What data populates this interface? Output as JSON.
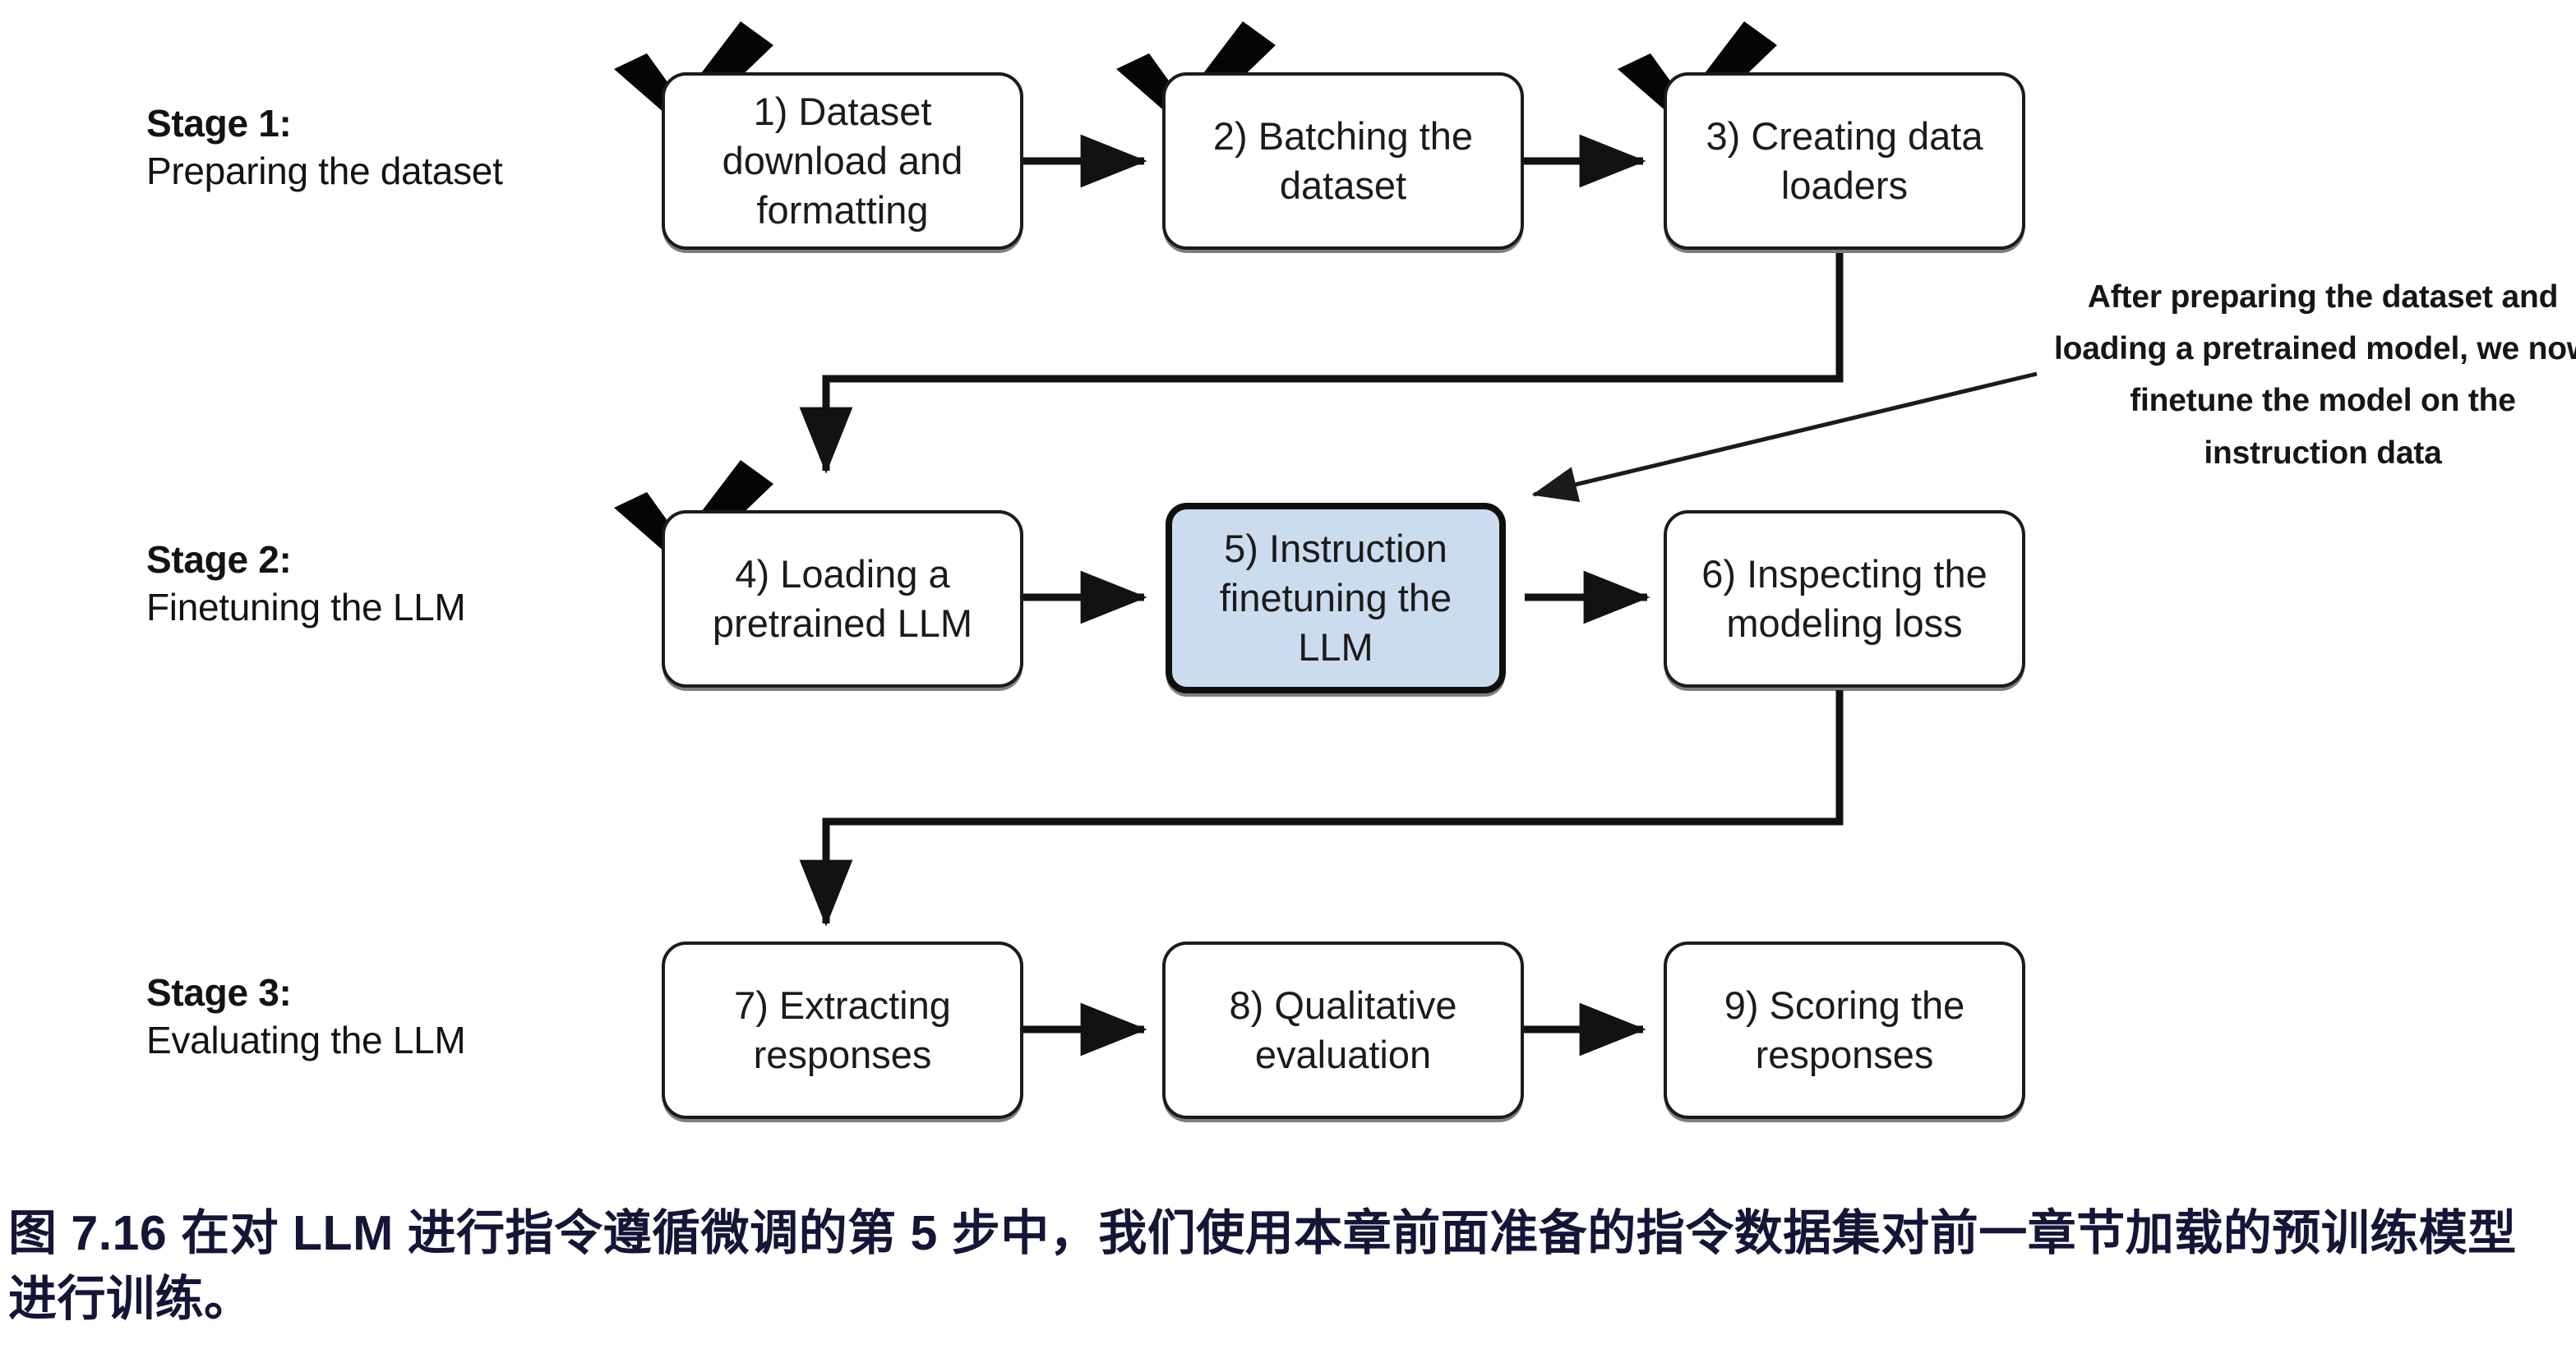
{
  "figure": {
    "stages": [
      {
        "id": "stage-1",
        "title": "Stage 1:",
        "subtitle": "Preparing the dataset"
      },
      {
        "id": "stage-2",
        "title": "Stage 2:",
        "subtitle": "Finetuning the LLM"
      },
      {
        "id": "stage-3",
        "title": "Stage 3:",
        "subtitle": "Evaluating the LLM"
      }
    ],
    "nodes": [
      {
        "id": "node-1",
        "label": "1) Dataset download and formatting",
        "completed": true,
        "highlighted": false
      },
      {
        "id": "node-2",
        "label": "2) Batching the dataset",
        "completed": true,
        "highlighted": false
      },
      {
        "id": "node-3",
        "label": "3) Creating data loaders",
        "completed": true,
        "highlighted": false
      },
      {
        "id": "node-4",
        "label": "4) Loading a pretrained LLM",
        "completed": true,
        "highlighted": false
      },
      {
        "id": "node-5",
        "label": "5) Instruction finetuning the LLM",
        "completed": false,
        "highlighted": true
      },
      {
        "id": "node-6",
        "label": "6) Inspecting the modeling loss",
        "completed": false,
        "highlighted": false
      },
      {
        "id": "node-7",
        "label": "7) Extracting responses",
        "completed": false,
        "highlighted": false
      },
      {
        "id": "node-8",
        "label": "8) Qualitative evaluation",
        "completed": false,
        "highlighted": false
      },
      {
        "id": "node-9",
        "label": "9) Scoring the responses",
        "completed": false,
        "highlighted": false
      }
    ],
    "annotation": "After preparing the dataset and loading a pretrained model, we now finetune the model on the instruction data",
    "caption": "图 7.16 在对 LLM 进行指令遵循微调的第 5 步中，我们使用本章前面准备的指令数据集对前一章节加载的预训练模型进行训练。",
    "colors": {
      "highlight_fill": "#ccdcef",
      "stroke": "#1b1b1b",
      "caption_text": "#151537",
      "background": "#ffffff"
    }
  }
}
